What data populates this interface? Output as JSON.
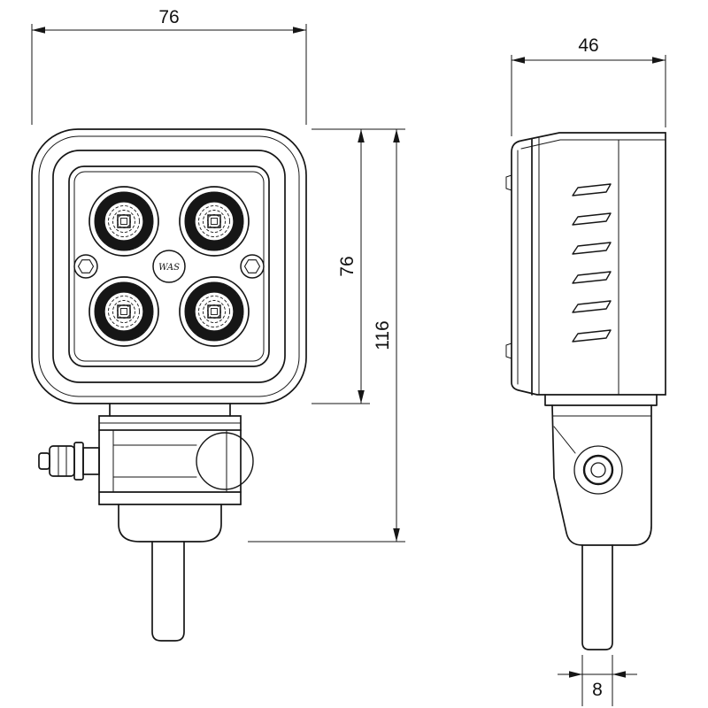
{
  "page": {
    "background": "#ffffff",
    "line_color": "#161616"
  },
  "drawing": {
    "type": "technical-dimension-drawing",
    "logo_text": "WAS",
    "dimensions": {
      "width": "76",
      "body_height": "76",
      "total_height": "116",
      "depth": "46",
      "stud_width": "8"
    }
  }
}
